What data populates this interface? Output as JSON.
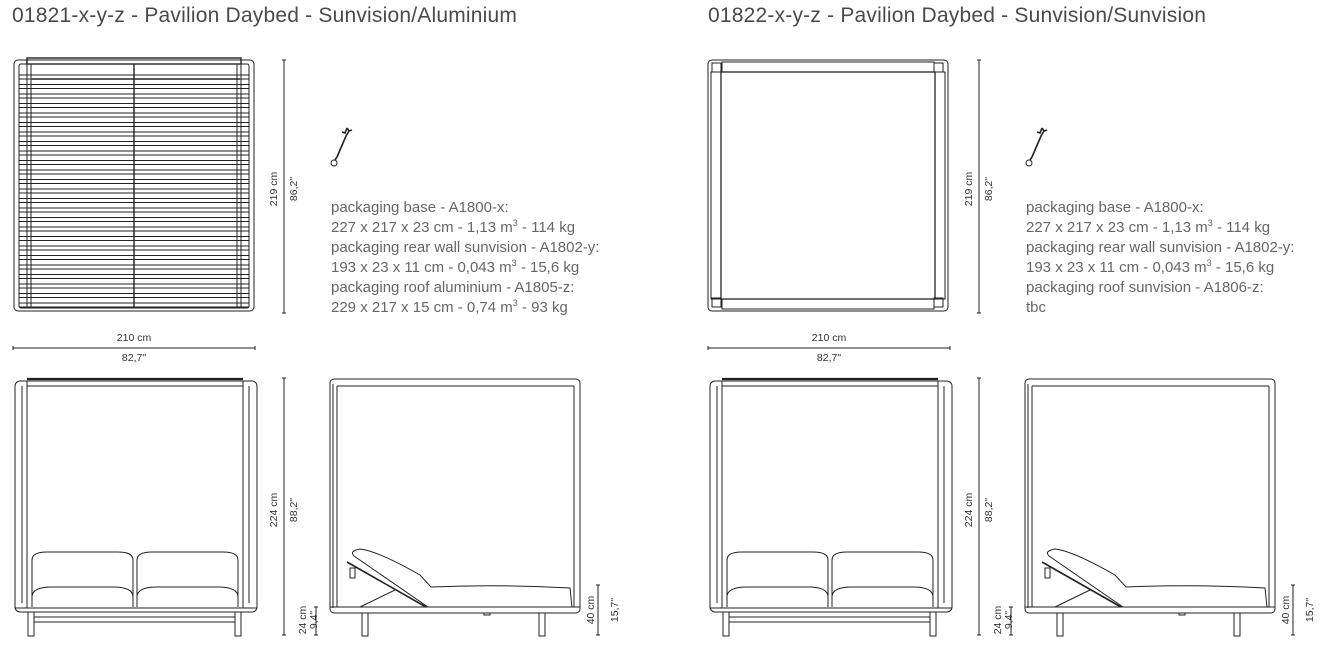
{
  "panels": [
    {
      "title": "01821-x-y-z - Pavilion Daybed - Sunvision/Aluminium",
      "roof": "aluminium-slats",
      "top_view": {
        "depth_cm": "219 cm",
        "depth_in": "86,2\"",
        "width_cm": "210 cm",
        "width_in": "82,7\""
      },
      "front_view": {
        "height_cm": "224 cm",
        "height_in": "88,2\"",
        "base_cm": "24 cm",
        "base_in": "9,4\""
      },
      "side_view": {
        "seat_cm": "40 cm",
        "seat_in": "15,7\""
      },
      "assembly_icon": "wrench-icon",
      "packaging": [
        {
          "label": "packaging base - A1800-x:",
          "dims": "227 x 217 x 23 cm - 1,13 m",
          "sup": "3",
          "weight": " - 114 kg"
        },
        {
          "label": "packaging rear wall sunvision - A1802-y:",
          "dims": "193 x 23 x 11 cm - 0,043 m",
          "sup": "3",
          "weight": " - 15,6 kg"
        },
        {
          "label": "packaging roof aluminium - A1805-z:",
          "dims": "229 x 217 x 15 cm - 0,74 m",
          "sup": "3",
          "weight": " - 93 kg"
        }
      ]
    },
    {
      "title": "01822-x-y-z - Pavilion Daybed - Sunvision/Sunvision",
      "roof": "sunvision",
      "top_view": {
        "depth_cm": "219 cm",
        "depth_in": "86,2\"",
        "width_cm": "210 cm",
        "width_in": "82,7\""
      },
      "front_view": {
        "height_cm": "224 cm",
        "height_in": "88,2\"",
        "base_cm": "24 cm",
        "base_in": "9,4\""
      },
      "side_view": {
        "seat_cm": "40 cm",
        "seat_in": "15,7\""
      },
      "assembly_icon": "wrench-icon",
      "packaging": [
        {
          "label": "packaging base - A1800-x:",
          "dims": "227 x 217 x 23 cm - 1,13 m",
          "sup": "3",
          "weight": " - 114 kg"
        },
        {
          "label": "packaging rear wall sunvision - A1802-y:",
          "dims": "193 x 23 x 11 cm - 0,043 m",
          "sup": "3",
          "weight": " - 15,6 kg"
        },
        {
          "label": "packaging roof sunvision - A1806-z:",
          "dims": "tbc",
          "sup": "",
          "weight": ""
        }
      ]
    }
  ],
  "colors": {
    "line": "#222222",
    "text": "#666666",
    "title": "#4a4a4a"
  }
}
